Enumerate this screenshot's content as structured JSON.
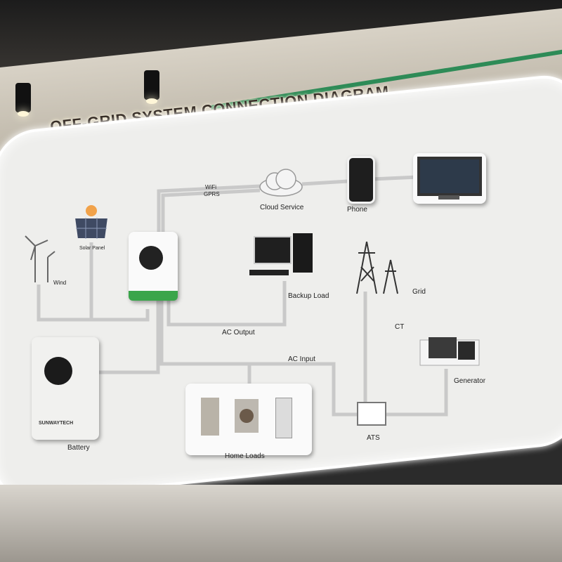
{
  "title": "OFF-GRID SYSTEM CONNECTION DIAGRAM",
  "labels": {
    "wifi": "WiFi",
    "gprs": "GPRS",
    "cloud": "Cloud Service",
    "phone": "Phone",
    "solar": "Solar Panel",
    "wind": "Wind",
    "backup": "Backup Load",
    "grid": "Grid",
    "ct": "CT",
    "ac_output": "AC Output",
    "ac_input": "AC Input",
    "generator": "Generator",
    "ats": "ATS",
    "home_loads": "Home Loads",
    "battery": "Battery"
  },
  "brand": "SUNWAYTECH"
}
